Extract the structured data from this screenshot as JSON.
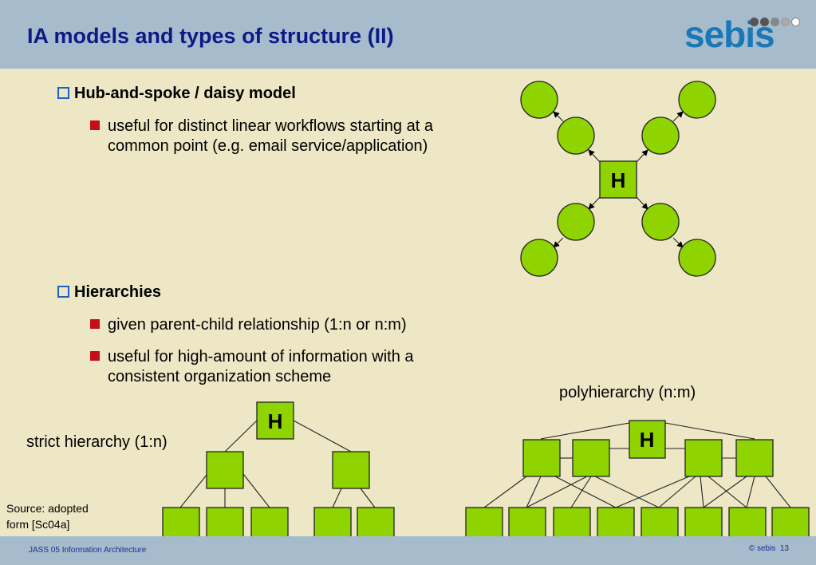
{
  "title": "IA models and types of structure (II)",
  "logo": {
    "text": "sebis",
    "dot_colors": [
      "#555555",
      "#555555",
      "#888888",
      "#aaaaaa",
      "#ffffff"
    ],
    "brand_color": "#1a78b7"
  },
  "sections": [
    {
      "heading": "Hub-and-spoke / daisy model",
      "bullets": [
        "useful for distinct linear workflows starting at a common point (e.g. email service/application)"
      ]
    },
    {
      "heading": "Hierarchies",
      "bullets": [
        "given parent-child relationship (1:n or n:m)",
        "useful for high-amount of information with a consistent organization scheme"
      ]
    }
  ],
  "diagrams": {
    "hub_label": "H",
    "strict_label": "strict hierarchy (1:n)",
    "strict_root": "H",
    "poly_label": "polyhierarchy (n:m)",
    "poly_root": "H"
  },
  "source": "Source: adopted form [Sc04a]",
  "footer": {
    "left": "JASS 05 Information Architecture",
    "right": "© sebis",
    "page": "13"
  },
  "colors": {
    "node_fill": "#8fd400",
    "header_bg": "#a6bccd",
    "slide_bg": "#ede7c6",
    "title": "#0c1a87",
    "bullet_marker": "#c40f1b"
  }
}
